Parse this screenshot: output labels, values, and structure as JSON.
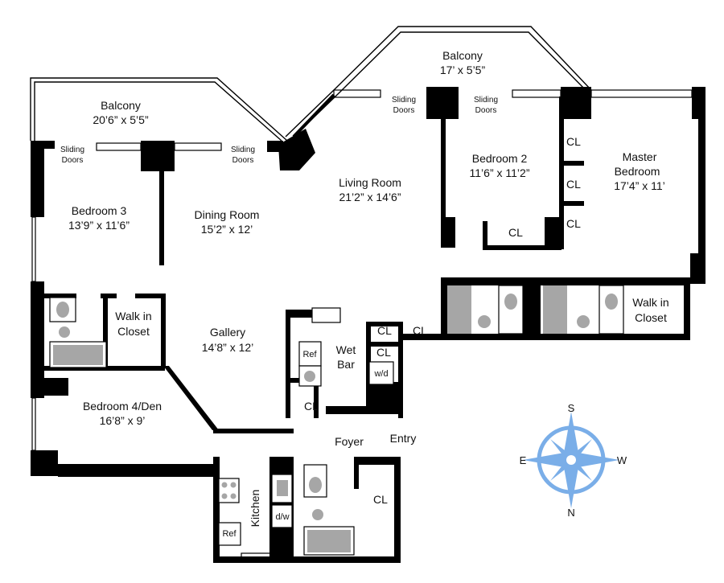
{
  "rooms": {
    "balcony_left": {
      "name": "Balcony",
      "dims": "20’6” x 5’5”"
    },
    "balcony_right": {
      "name": "Balcony",
      "dims": "17’ x 5’5”"
    },
    "bedroom3": {
      "name": "Bedroom 3",
      "dims": "13’9” x 11’6”"
    },
    "dining": {
      "name": "Dining Room",
      "dims": "15’2” x 12’"
    },
    "living": {
      "name": "Living Room",
      "dims": "21’2” x 14’6”"
    },
    "bedroom2": {
      "name": "Bedroom 2",
      "dims": "11’6” x 11’2”"
    },
    "master": {
      "name1": "Master",
      "name2": "Bedroom",
      "dims": "17’4” x 11’"
    },
    "gallery": {
      "name": "Gallery",
      "dims": "14’8” x 12’"
    },
    "bedroom4": {
      "name": "Bedroom 4/Den",
      "dims": "16’8” x 9’"
    },
    "walkin_left": {
      "line1": "Walk in",
      "line2": "Closet"
    },
    "walkin_right": {
      "line1": "Walk in",
      "line2": "Closet"
    },
    "wetbar": {
      "line1": "Wet",
      "line2": "Bar"
    },
    "foyer": {
      "name": "Foyer"
    },
    "entry": {
      "name": "Entry"
    },
    "kitchen": {
      "name": "Kitchen"
    }
  },
  "doors": {
    "sliding_line1": "Sliding",
    "sliding_line2": "Doors"
  },
  "labels": {
    "closet": "CL",
    "ref": "Ref",
    "washer_dryer": "w/d",
    "dishwasher": "d/w"
  },
  "compass": {
    "north": "N",
    "south": "S",
    "east": "E",
    "west": "W",
    "color": "#7aaee8"
  },
  "colors": {
    "wall": "#000000",
    "fixture": "#a6a6a6"
  }
}
